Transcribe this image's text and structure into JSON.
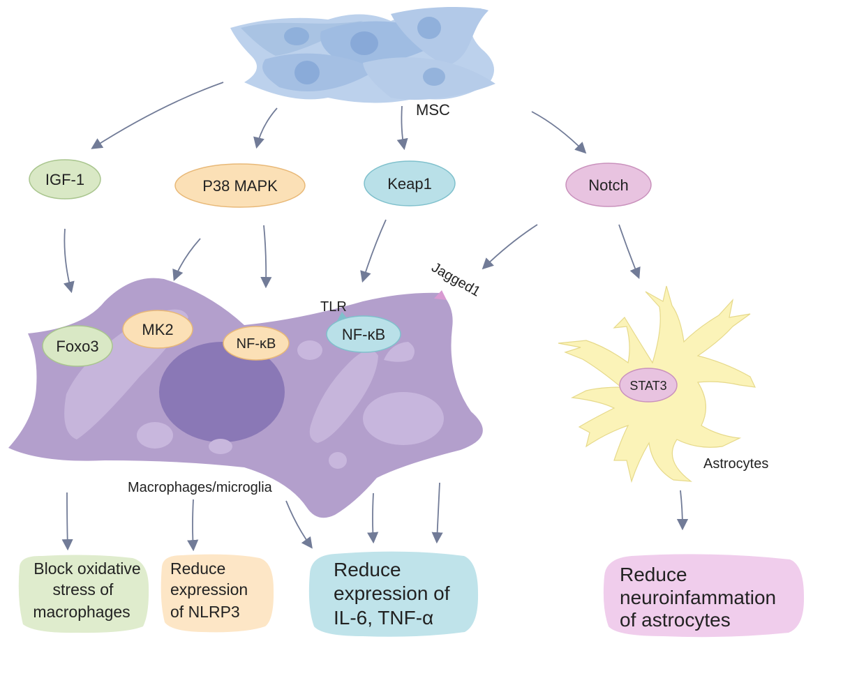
{
  "colors": {
    "green": "#d9e8c5",
    "green_stroke": "#a9c58e",
    "orange": "#fbe0b6",
    "orange_stroke": "#e8b877",
    "blue": "#b9e0e8",
    "blue_stroke": "#7fc0cc",
    "pink": "#e8c3e0",
    "pink_stroke": "#c991bc",
    "cell": "#b39fcc",
    "nucleus": "#8a78b6",
    "astrocyte": "#fbf3b8",
    "arrow": "#717b97",
    "msc": "#a9c3e3"
  },
  "labels": {
    "msc": "MSC",
    "igf1": "IGF-1",
    "p38": "P38 MAPK",
    "keap1": "Keap1",
    "notch": "Notch",
    "foxo3": "Foxo3",
    "mk2": "MK2",
    "nfkb1": "NF-κB",
    "nfkb2": "NF-κB",
    "tlr": "TLR",
    "jagged1": "Jagged1",
    "stat3": "STAT3",
    "macrophages": "Macrophages/microglia",
    "astrocytes": "Astrocytes"
  },
  "outcomes": {
    "block": [
      "Block oxidative",
      "stress of",
      "macrophages"
    ],
    "nlrp3": [
      "Reduce",
      "expression",
      "of NLRP3"
    ],
    "il6": [
      "Reduce",
      "expression of",
      "IL-6, TNF-α"
    ],
    "astro": [
      "Reduce",
      "neuroinfammation",
      "of astrocytes"
    ]
  }
}
